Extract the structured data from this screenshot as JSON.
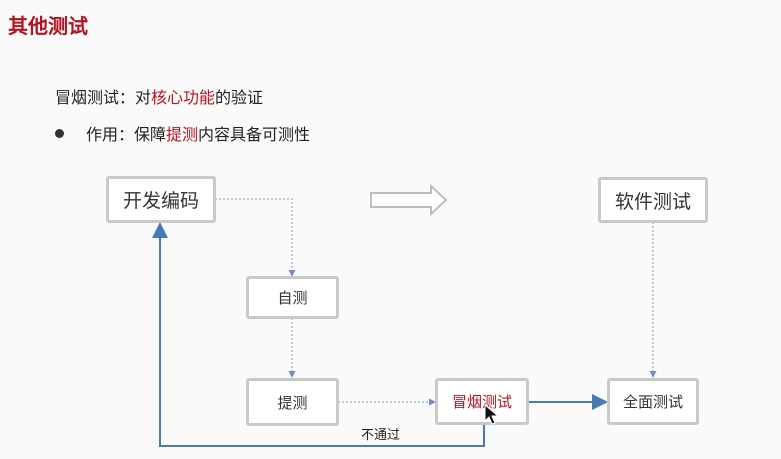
{
  "slide": {
    "title": "其他测试",
    "line1": {
      "prefix": "冒烟测试：对",
      "highlight": "核心功能",
      "suffix": "的验证"
    },
    "line2": {
      "prefix": "作用：保障",
      "highlight": "提测",
      "suffix": "内容具备可测性"
    }
  },
  "diagram": {
    "nodes": {
      "dev": "开发编码",
      "self_test": "自测",
      "submit": "提测",
      "smoke": "冒烟测试",
      "software_test": "软件测试",
      "full_test": "全面测试"
    },
    "edge_labels": {
      "fail": "不通过"
    }
  },
  "colors": {
    "title": "#b3121f",
    "highlight": "#c1121f",
    "solid_arrow": "#4a7ab5",
    "dotted_arrow": "#7e9cc7",
    "box_border": "#c9c9c9"
  }
}
